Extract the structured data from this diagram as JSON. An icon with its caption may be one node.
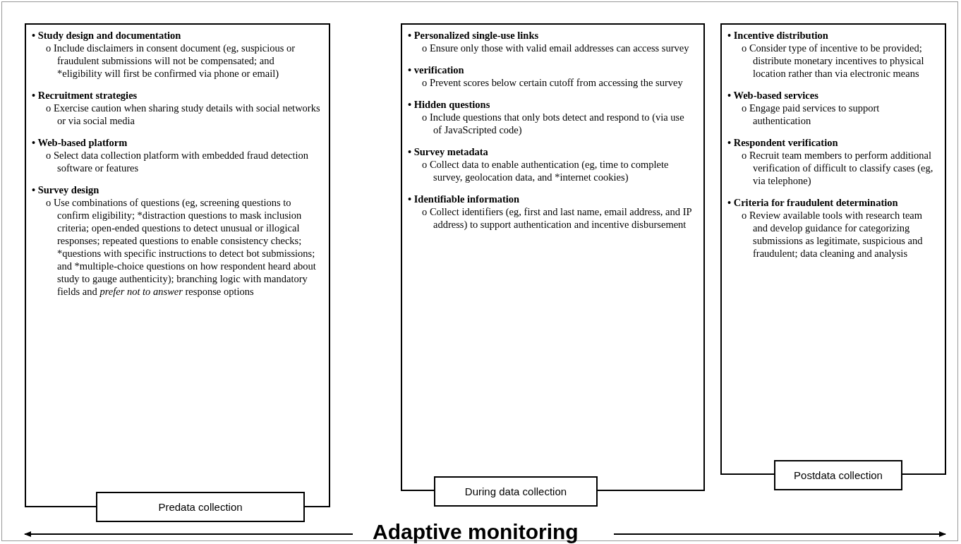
{
  "diagram": {
    "nodes": [
      {
        "text": [
          "• Study design and documentation",
          "o Include disclaimers in consent document (eg, suspicious or fraudulent submissions will not be compensated; and *eligibility will first be confirmed via phone or email)",
          "• Recruitment strategies",
          "o Exercise caution when sharing study details with social networks or via social media",
          "• Web-based platform",
          "o Select data collection platform with embedded fraud detection software or features",
          "• Survey design",
          "o Use combinations of questions (eg, screening questions to confirm eligibility; *distraction questions to mask inclusion criteria; open-ended questions to detect unusual or illogical responses; repeated questions to enable consistency checks; *questions with specific instructions to detect bot submissions; and *multiple-choice questions on how respondent heard about study to gauge authenticity); branching logic with mandatory fields and *prefer not to answer* response options"
        ]
      },
      {
        "text": [
          "• Personalized single-use links",
          "o Ensure only those with valid email addresses can access survey",
          "• verification",
          "o Prevent scores below certain cutoff from accessing the survey",
          "• Hidden questions",
          "o Include questions that only bots detect and respond to (via use of JavaScripted code)",
          "• Survey metadata",
          "o Collect data to enable authentication (eg, time to complete survey, geolocation data, and *internet cookies)",
          "• Identifiable information",
          "o Collect identifiers (eg, first and last name, email address, and IP address) to support authentication and incentive disbursement"
        ]
      },
      {
        "text": [
          "• Incentive distribution",
          "o Consider type of incentive to be provided; distribute monetary incentives to physical location rather than via electronic means",
          "• Web-based services",
          "o Engage paid services to support authentication",
          "• Respondent verification",
          "o Recruit team members to perform additional verification of difficult to classify cases (eg, via telephone)",
          "• Criteria for fraudulent determination",
          "o Review available tools with research team and develop guidance for categorizing submissions as legitimate, suspicious and fraudulent; data cleaning and analysis"
        ]
      },
      {
        "text": [
          "Predata collection"
        ]
      },
      {
        "text": [
          "During data collection"
        ]
      },
      {
        "text": [
          "Postdata collection"
        ]
      }
    ],
    "labels": [
      "Adaptive monitoring"
    ]
  }
}
